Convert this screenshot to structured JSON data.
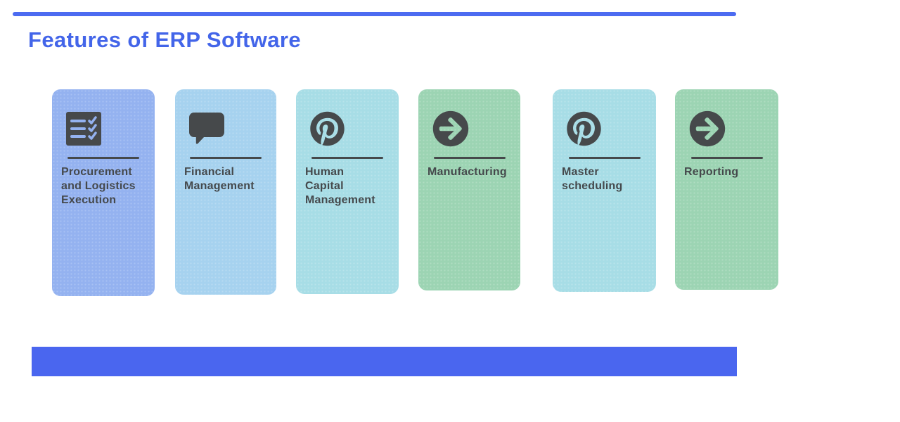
{
  "page": {
    "title": "Features of ERP Software",
    "title_color": "#4365e9",
    "top_bar_color": "#4c6bf1",
    "bottom_bar_color": "#4a66ef",
    "background_color": "#ffffff",
    "label_text_color": "#45494c",
    "icon_color": "#46494b"
  },
  "cards": [
    {
      "label": "Procurement\nand Logistics\nExecution",
      "icon": "checklist-icon",
      "bg": "#94b2f0"
    },
    {
      "label": "Financial\nManagement",
      "icon": "chat-bubble-icon",
      "bg": "#a6d2ef"
    },
    {
      "label": "Human\nCapital\nManagement",
      "icon": "pinterest-icon",
      "bg": "#a7dde6"
    },
    {
      "label": "Manufacturing",
      "icon": "arrow-circle-right-icon",
      "bg": "#9cd4b3"
    },
    {
      "label": "Master\nscheduling",
      "icon": "pinterest-icon",
      "bg": "#a7dde6"
    },
    {
      "label": "Reporting",
      "icon": "arrow-circle-right-icon",
      "bg": "#9cd4b3"
    }
  ]
}
